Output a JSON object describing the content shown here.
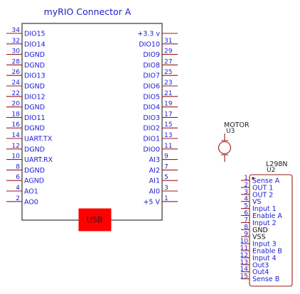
{
  "myrio": {
    "title": "myRIO Connector A",
    "usb_label": "USB",
    "usb_color": "#ff0000",
    "left_pins": [
      {
        "num": "34",
        "label": "DIO15"
      },
      {
        "num": "32",
        "label": "DIO14"
      },
      {
        "num": "30",
        "label": "DGND"
      },
      {
        "num": "28",
        "label": "DGND"
      },
      {
        "num": "26",
        "label": "DIO13"
      },
      {
        "num": "24",
        "label": "DGND"
      },
      {
        "num": "22",
        "label": "DIO12"
      },
      {
        "num": "20",
        "label": "DGND"
      },
      {
        "num": "18",
        "label": "DIO11"
      },
      {
        "num": "16",
        "label": "DGND"
      },
      {
        "num": "14",
        "label": "UART.TX"
      },
      {
        "num": "12",
        "label": "DGND"
      },
      {
        "num": "10",
        "label": "UART.RX"
      },
      {
        "num": "8",
        "label": "DGND"
      },
      {
        "num": "6",
        "label": "AGND"
      },
      {
        "num": "4",
        "label": "AO1"
      },
      {
        "num": "2",
        "label": "AO0"
      }
    ],
    "right_pins": [
      {
        "num": "",
        "label": "+3.3 v"
      },
      {
        "num": "31",
        "label": "DIO10"
      },
      {
        "num": "29",
        "label": "DIO9"
      },
      {
        "num": "27",
        "label": "DIO8"
      },
      {
        "num": "25",
        "label": "DIO7"
      },
      {
        "num": "23",
        "label": "DIO6"
      },
      {
        "num": "21",
        "label": "DIO5"
      },
      {
        "num": "19",
        "label": "DIO4"
      },
      {
        "num": "17",
        "label": "DIO3"
      },
      {
        "num": "15",
        "label": "DIO2"
      },
      {
        "num": "13",
        "label": "DIO1"
      },
      {
        "num": "11",
        "label": "DIO0"
      },
      {
        "num": "9",
        "label": "AI3"
      },
      {
        "num": "7",
        "label": "AI2"
      },
      {
        "num": "5",
        "label": "AI1"
      },
      {
        "num": "3",
        "label": "AI0"
      },
      {
        "num": "1",
        "label": "+5 V"
      }
    ]
  },
  "motor": {
    "value": "MOTOR",
    "ref": "U3"
  },
  "driver": {
    "value": "L298N",
    "ref": "U2",
    "pins": [
      {
        "num": "1",
        "label": "Sense A"
      },
      {
        "num": "2",
        "label": "OUT 1"
      },
      {
        "num": "3",
        "label": "OUT 2"
      },
      {
        "num": "4",
        "label": "VS"
      },
      {
        "num": "5",
        "label": "Input 1"
      },
      {
        "num": "6",
        "label": "Enable A"
      },
      {
        "num": "7",
        "label": "Input 2"
      },
      {
        "num": "8",
        "label": "GND"
      },
      {
        "num": "9",
        "label": "VSS"
      },
      {
        "num": "10",
        "label": "Input 3"
      },
      {
        "num": "11",
        "label": "Enable B"
      },
      {
        "num": "12",
        "label": "Input 4"
      },
      {
        "num": "13",
        "label": "Out3"
      },
      {
        "num": "14",
        "label": "Out4"
      },
      {
        "num": "15",
        "label": "Sense B"
      }
    ]
  }
}
